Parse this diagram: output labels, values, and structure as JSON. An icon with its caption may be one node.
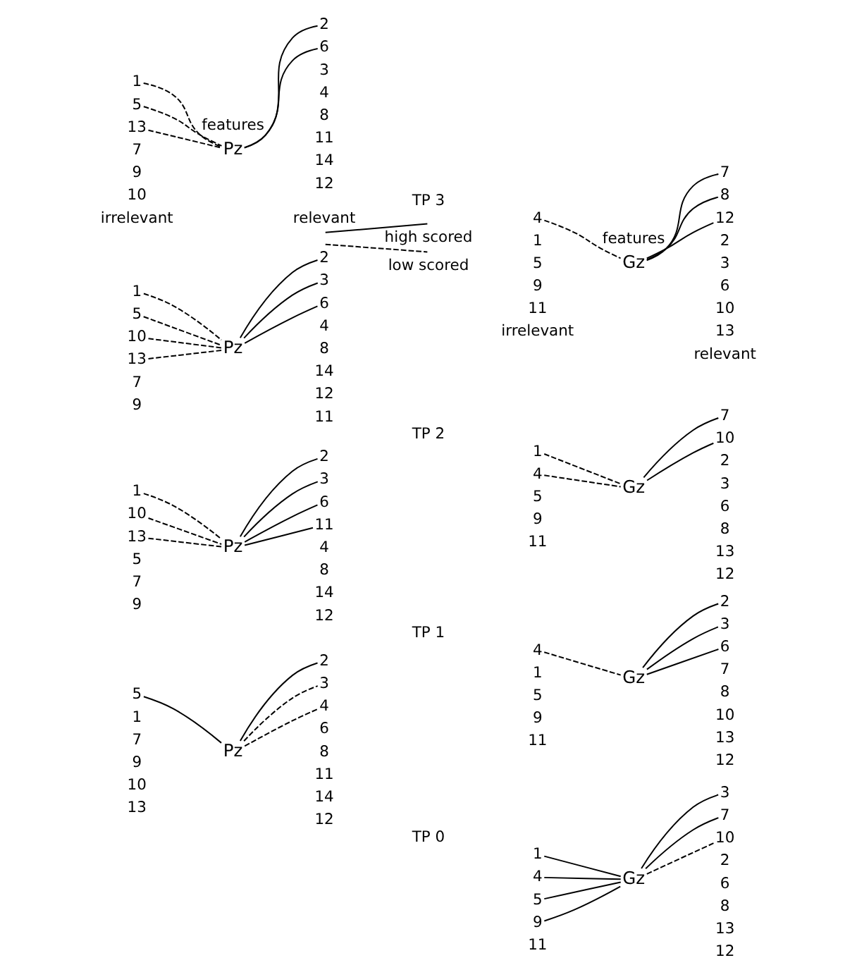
{
  "diagram": {
    "nodes": [
      {
        "text": [
          "5"
        ]
      },
      {
        "text": [
          "Pz"
        ]
      },
      {
        "text": [
          "2"
        ]
      },
      {
        "text": [
          "3"
        ]
      },
      {
        "text": [
          "4"
        ]
      },
      {
        "text": [
          "1"
        ]
      },
      {
        "text": [
          "4"
        ]
      },
      {
        "text": [
          "5"
        ]
      },
      {
        "text": [
          "9"
        ]
      },
      {
        "text": [
          "Gz"
        ]
      },
      {
        "text": [
          "3"
        ]
      },
      {
        "text": [
          "7"
        ]
      },
      {
        "text": [
          "10"
        ]
      },
      {
        "text": [
          "1"
        ]
      },
      {
        "text": [
          "10"
        ]
      },
      {
        "text": [
          "13"
        ]
      },
      {
        "text": [
          "Pz"
        ]
      },
      {
        "text": [
          "2"
        ]
      },
      {
        "text": [
          "3"
        ]
      },
      {
        "text": [
          "6"
        ]
      },
      {
        "text": [
          "11"
        ]
      },
      {
        "text": [
          "4"
        ]
      },
      {
        "text": [
          "Gz"
        ]
      },
      {
        "text": [
          "2"
        ]
      },
      {
        "text": [
          "3"
        ]
      },
      {
        "text": [
          "6"
        ]
      },
      {
        "text": [
          "1"
        ]
      },
      {
        "text": [
          "5"
        ]
      },
      {
        "text": [
          "10"
        ]
      },
      {
        "text": [
          "13"
        ]
      },
      {
        "text": [
          "Pz"
        ]
      },
      {
        "text": [
          "2"
        ]
      },
      {
        "text": [
          "3"
        ]
      },
      {
        "text": [
          "6"
        ]
      },
      {
        "text": [
          "1"
        ]
      },
      {
        "text": [
          "4"
        ]
      },
      {
        "text": [
          "Gz"
        ]
      },
      {
        "text": [
          "7"
        ]
      },
      {
        "text": [
          "10"
        ]
      },
      {
        "text": [
          "1"
        ]
      },
      {
        "text": [
          "5"
        ]
      },
      {
        "text": [
          "13"
        ]
      },
      {
        "text": [
          "Pz"
        ]
      },
      {
        "text": [
          "2"
        ]
      },
      {
        "text": [
          "6"
        ]
      },
      {
        "text": [
          "4"
        ]
      },
      {
        "text": [
          "Gz"
        ]
      },
      {
        "text": [
          "7"
        ]
      },
      {
        "text": [
          "8"
        ]
      },
      {
        "text": [
          "12"
        ]
      }
    ],
    "edges": [
      {
        "from": 0,
        "to": 1,
        "arrow": "none"
      },
      {
        "from": 1,
        "to": 2,
        "arrow": "none"
      },
      {
        "from": 1,
        "to": 3,
        "arrow": "none",
        "style": "dashed"
      },
      {
        "from": 1,
        "to": 4,
        "arrow": "none",
        "style": "dashed"
      },
      {
        "from": 5,
        "to": 9,
        "arrow": "none"
      },
      {
        "from": 6,
        "to": 9,
        "arrow": "none"
      },
      {
        "from": 7,
        "to": 9,
        "arrow": "none"
      },
      {
        "from": 8,
        "to": 9,
        "arrow": "none"
      },
      {
        "from": 9,
        "to": 10,
        "arrow": "none"
      },
      {
        "from": 9,
        "to": 11,
        "arrow": "none"
      },
      {
        "from": 9,
        "to": 12,
        "arrow": "none",
        "style": "dashed"
      },
      {
        "from": 13,
        "to": 16,
        "arrow": "none",
        "style": "dashed"
      },
      {
        "from": 14,
        "to": 16,
        "arrow": "none",
        "style": "dashed"
      },
      {
        "from": 15,
        "to": 16,
        "arrow": "none",
        "style": "dashed"
      },
      {
        "from": 16,
        "to": 17,
        "arrow": "none"
      },
      {
        "from": 16,
        "to": 18,
        "arrow": "none"
      },
      {
        "from": 16,
        "to": 19,
        "arrow": "none"
      },
      {
        "from": 16,
        "to": 20,
        "arrow": "none"
      },
      {
        "from": 21,
        "to": 22,
        "arrow": "none",
        "style": "dashed"
      },
      {
        "from": 22,
        "to": 23,
        "arrow": "none"
      },
      {
        "from": 22,
        "to": 24,
        "arrow": "none"
      },
      {
        "from": 22,
        "to": 25,
        "arrow": "none"
      },
      {
        "from": 26,
        "to": 30,
        "arrow": "none",
        "style": "dashed"
      },
      {
        "from": 27,
        "to": 30,
        "arrow": "none",
        "style": "dashed"
      },
      {
        "from": 28,
        "to": 30,
        "arrow": "none",
        "style": "dashed"
      },
      {
        "from": 29,
        "to": 30,
        "arrow": "none",
        "style": "dashed"
      },
      {
        "from": 30,
        "to": 31,
        "arrow": "none"
      },
      {
        "from": 30,
        "to": 32,
        "arrow": "none"
      },
      {
        "from": 30,
        "to": 33,
        "arrow": "none"
      },
      {
        "from": 34,
        "to": 36,
        "arrow": "none",
        "style": "dashed"
      },
      {
        "from": 35,
        "to": 36,
        "arrow": "none",
        "style": "dashed"
      },
      {
        "from": 36,
        "to": 37,
        "arrow": "none"
      },
      {
        "from": 36,
        "to": 38,
        "arrow": "none"
      },
      {
        "from": 39,
        "to": 42,
        "arrow": "none",
        "style": "dashed"
      },
      {
        "from": 40,
        "to": 42,
        "arrow": "none",
        "style": "dashed"
      },
      {
        "from": 41,
        "to": 42,
        "arrow": "none",
        "style": "dashed"
      },
      {
        "from": 42,
        "to": 43,
        "arrow": "none"
      },
      {
        "from": 42,
        "to": 44,
        "arrow": "none"
      },
      {
        "from": 45,
        "to": 46,
        "arrow": "none",
        "style": "dashed"
      },
      {
        "from": 46,
        "to": 47,
        "arrow": "none"
      },
      {
        "from": 46,
        "to": 48,
        "arrow": "none"
      },
      {
        "from": 46,
        "to": 49,
        "arrow": "none"
      }
    ],
    "labels": [
      "1",
      "7",
      "9",
      "10",
      "13",
      "6",
      "8",
      "11",
      "14",
      "12",
      "TP 0",
      "11",
      "2",
      "6",
      "8",
      "13",
      "12",
      "5",
      "7",
      "9",
      "4",
      "8",
      "14",
      "12",
      "TP 1",
      "1",
      "5",
      "9",
      "11",
      "7",
      "8",
      "10",
      "13",
      "12",
      "7",
      "9",
      "4",
      "8",
      "14",
      "12",
      "11",
      "TP 2",
      "5",
      "9",
      "11",
      "2",
      "3",
      "6",
      "8",
      "13",
      "12",
      "7",
      "9",
      "10",
      "3",
      "4",
      "8",
      "11",
      "14",
      "12",
      "TP 3",
      "1",
      "5",
      "9",
      "11",
      "2",
      "3",
      "6",
      "10",
      "13",
      "irrelevant",
      "relevant",
      "features",
      "irrelevant",
      "relevant",
      "features"
    ],
    "legend": [
      {
        "text": "high scored"
      },
      {
        "text": "low scored"
      }
    ]
  }
}
